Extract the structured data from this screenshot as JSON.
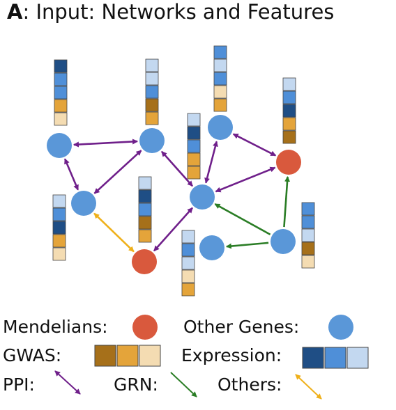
{
  "title": {
    "letter": "A",
    "text": ": Input: Networks and Features"
  },
  "colors": {
    "mendelian": "#d9593d",
    "other_gene": "#5a97d8",
    "ppi": "#6f1f8a",
    "grn": "#2a7d25",
    "others": "#efb01a",
    "gwas": [
      "#a6701a",
      "#e4a43a",
      "#f4dcb2"
    ],
    "expression": [
      "#1f4e85",
      "#4f8fd8",
      "#c3d8f0"
    ]
  },
  "legend": {
    "mendelians_label": "Mendelians:",
    "other_genes_label": "Other Genes:",
    "gwas_label": "GWAS:",
    "expression_label": "Expression:",
    "ppi_label": "PPI:",
    "grn_label": "GRN:",
    "others_label": "Others:"
  },
  "nodes": [
    {
      "id": "g1",
      "type": "other_gene"
    },
    {
      "id": "g2",
      "type": "other_gene"
    },
    {
      "id": "g3",
      "type": "other_gene"
    },
    {
      "id": "g4",
      "type": "other_gene"
    },
    {
      "id": "g5",
      "type": "other_gene"
    },
    {
      "id": "g6",
      "type": "other_gene"
    },
    {
      "id": "g7",
      "type": "other_gene"
    },
    {
      "id": "m1",
      "type": "mendelian"
    },
    {
      "id": "m2",
      "type": "mendelian"
    }
  ],
  "edges": [
    {
      "from": "g1",
      "to": "g2",
      "kind": "ppi"
    },
    {
      "from": "g1",
      "to": "g4",
      "kind": "ppi"
    },
    {
      "from": "g2",
      "to": "g4",
      "kind": "ppi"
    },
    {
      "from": "g2",
      "to": "g5",
      "kind": "ppi"
    },
    {
      "from": "g3",
      "to": "g5",
      "kind": "ppi"
    },
    {
      "from": "g3",
      "to": "m1",
      "kind": "ppi"
    },
    {
      "from": "g5",
      "to": "m1",
      "kind": "ppi"
    },
    {
      "from": "g5",
      "to": "m2",
      "kind": "ppi"
    },
    {
      "from": "g4",
      "to": "m2",
      "kind": "others"
    },
    {
      "from": "g7",
      "to": "g5",
      "kind": "grn"
    },
    {
      "from": "g7",
      "to": "g6",
      "kind": "grn"
    },
    {
      "from": "g7",
      "to": "m1",
      "kind": "grn"
    }
  ],
  "feature_stacks": [
    {
      "node": "g1",
      "cells": [
        "e0",
        "e1",
        "e1",
        "w1",
        "w2"
      ]
    },
    {
      "node": "g2",
      "cells": [
        "e2",
        "e2",
        "e1",
        "w0",
        "w1"
      ]
    },
    {
      "node": "g3",
      "cells": [
        "e1",
        "e2",
        "e1",
        "w2",
        "w1"
      ]
    },
    {
      "node": "m1",
      "cells": [
        "e2",
        "e1",
        "e0",
        "w1",
        "w0"
      ]
    },
    {
      "node": "g4",
      "cells": [
        "e2",
        "e1",
        "e0",
        "w1",
        "w2"
      ]
    },
    {
      "node": "m2",
      "cells": [
        "e2",
        "e0",
        "e1",
        "w0",
        "w1"
      ]
    },
    {
      "node": "g5",
      "cells": [
        "e2",
        "e0",
        "e1",
        "w1",
        "w1"
      ]
    },
    {
      "node": "g6",
      "cells": [
        "e2",
        "e1",
        "e2",
        "w2",
        "w1"
      ]
    },
    {
      "node": "g7",
      "cells": [
        "e1",
        "e1",
        "e2",
        "w0",
        "w2"
      ]
    }
  ]
}
